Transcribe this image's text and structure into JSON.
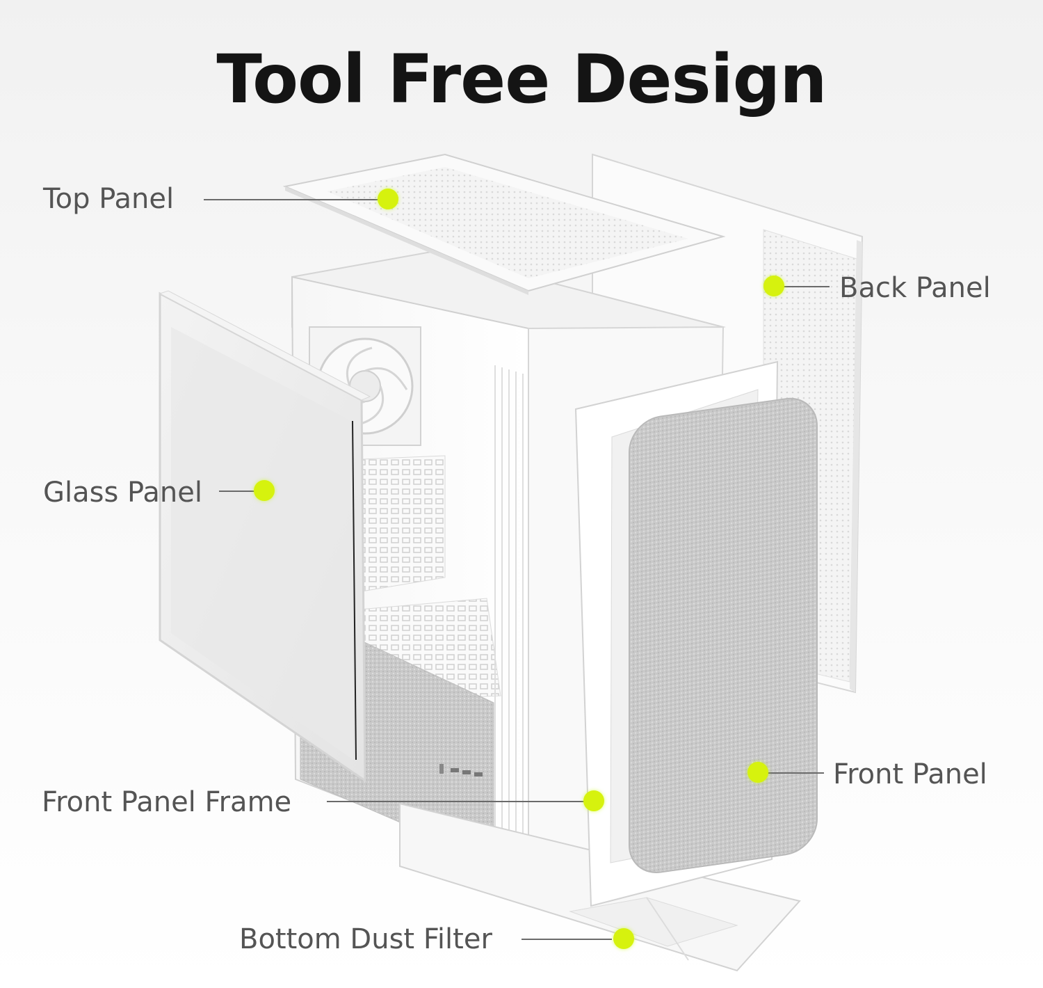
{
  "title": "Tool Free Design",
  "accent_color": "#d6f20e",
  "callouts": [
    {
      "id": "top-panel",
      "label": "Top Panel"
    },
    {
      "id": "back-panel",
      "label": "Back Panel"
    },
    {
      "id": "glass-panel",
      "label": "Glass Panel"
    },
    {
      "id": "front-panel-frame",
      "label": "Front Panel Frame"
    },
    {
      "id": "front-panel",
      "label": "Front Panel"
    },
    {
      "id": "bottom-dust-filter",
      "label": "Bottom Dust Filter"
    }
  ]
}
